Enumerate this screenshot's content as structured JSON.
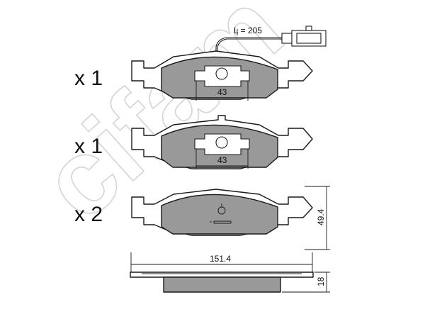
{
  "watermark": {
    "text": "cifam",
    "color": "#d4d4d4"
  },
  "colors": {
    "lining": "#999999",
    "outline": "#1a1a1a",
    "background": "#ffffff"
  },
  "pads": [
    {
      "quantity": "x 1",
      "clip_width": "43",
      "has_wear_sensor": true
    },
    {
      "quantity": "x 1",
      "clip_width": "43",
      "has_wear_sensor": false
    },
    {
      "quantity": "x 2",
      "clip_width": "",
      "has_wear_sensor": false
    }
  ],
  "sensor": {
    "cable_length": "L = 205"
  },
  "dimensions": {
    "width": "151.4",
    "height": "49.4",
    "thickness": "18"
  }
}
